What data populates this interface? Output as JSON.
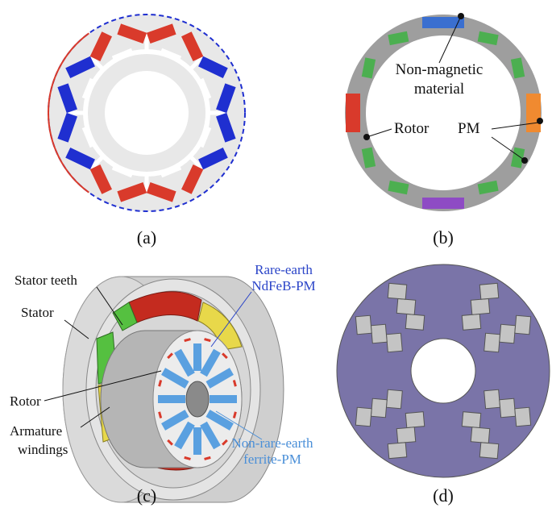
{
  "panels": {
    "a": {
      "caption": "(a)"
    },
    "b": {
      "caption": "(b)",
      "labels": {
        "non_magnetic_1": "Non-magnetic",
        "non_magnetic_2": "material",
        "rotor": "Rotor",
        "pm": "PM"
      }
    },
    "c": {
      "caption": "(c)",
      "labels": {
        "stator_teeth": "Stator teeth",
        "stator": "Stator",
        "rotor": "Rotor",
        "armature_1": "Armature",
        "armature_2": "windings",
        "rare_earth_1": "Rare-earth",
        "rare_earth_2": "NdFeB-PM",
        "non_rare_earth_1": "Non-rare-earth",
        "non_rare_earth_2": "ferrite-PM"
      }
    },
    "d": {
      "caption": "(d)"
    }
  },
  "colors": {
    "red_pm": "#d93a2b",
    "blue_pm": "#1f2fd0",
    "steel": "#bdbdbd",
    "light_steel": "#e6e6e6",
    "green": "#4caf50",
    "orange": "#f08a30",
    "purple": "#8e4bc4",
    "violet_core": "#7a74a8",
    "coil_red": "#c42b1f",
    "coil_yellow": "#e8d84a",
    "coil_green": "#55c040",
    "label_blue": "#2a44c8",
    "label_lightblue": "#4a8fd8"
  }
}
